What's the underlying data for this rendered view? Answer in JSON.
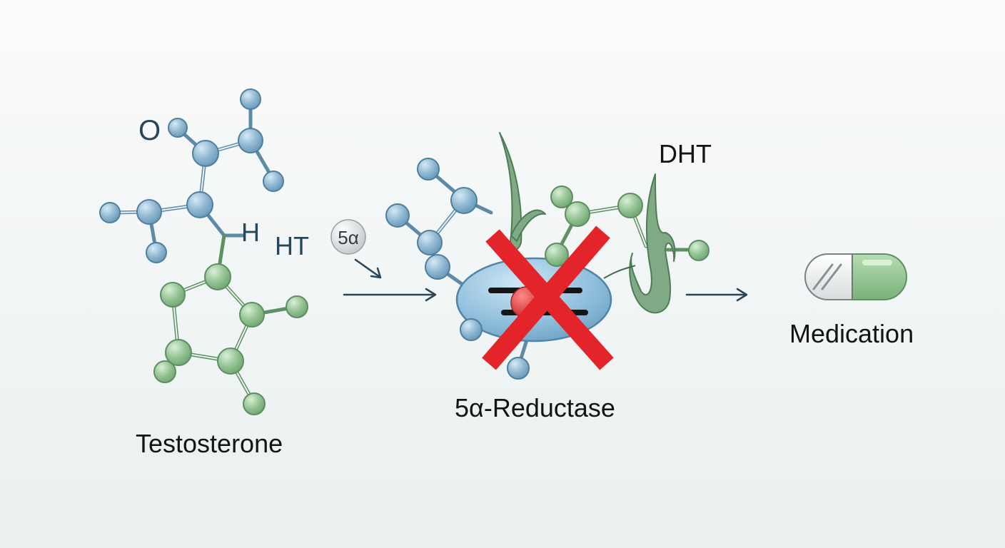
{
  "labels": {
    "testosterone": "Testosterone",
    "enzyme": "5α-Reductase",
    "dht": "DHT",
    "medication": "Medication",
    "atom_o": "O",
    "atom_h": "H",
    "ht": "HT",
    "badge": "5α"
  },
  "colors": {
    "molecule_blue": "#8fb7d2",
    "molecule_green": "#93c393",
    "enzyme_body": "#8fbfdc",
    "active_site": "#d84a4a",
    "block_cross": "#e3242b",
    "arrow": "#2a4656",
    "capsule_green": "#8fc78f",
    "capsule_white": "#f2f2f2"
  },
  "icons": [
    "testosterone-molecule",
    "reaction-arrow-icon",
    "enzyme-blob",
    "red-x-block-icon",
    "hair-follicle-icon",
    "capsule-pill-icon"
  ]
}
